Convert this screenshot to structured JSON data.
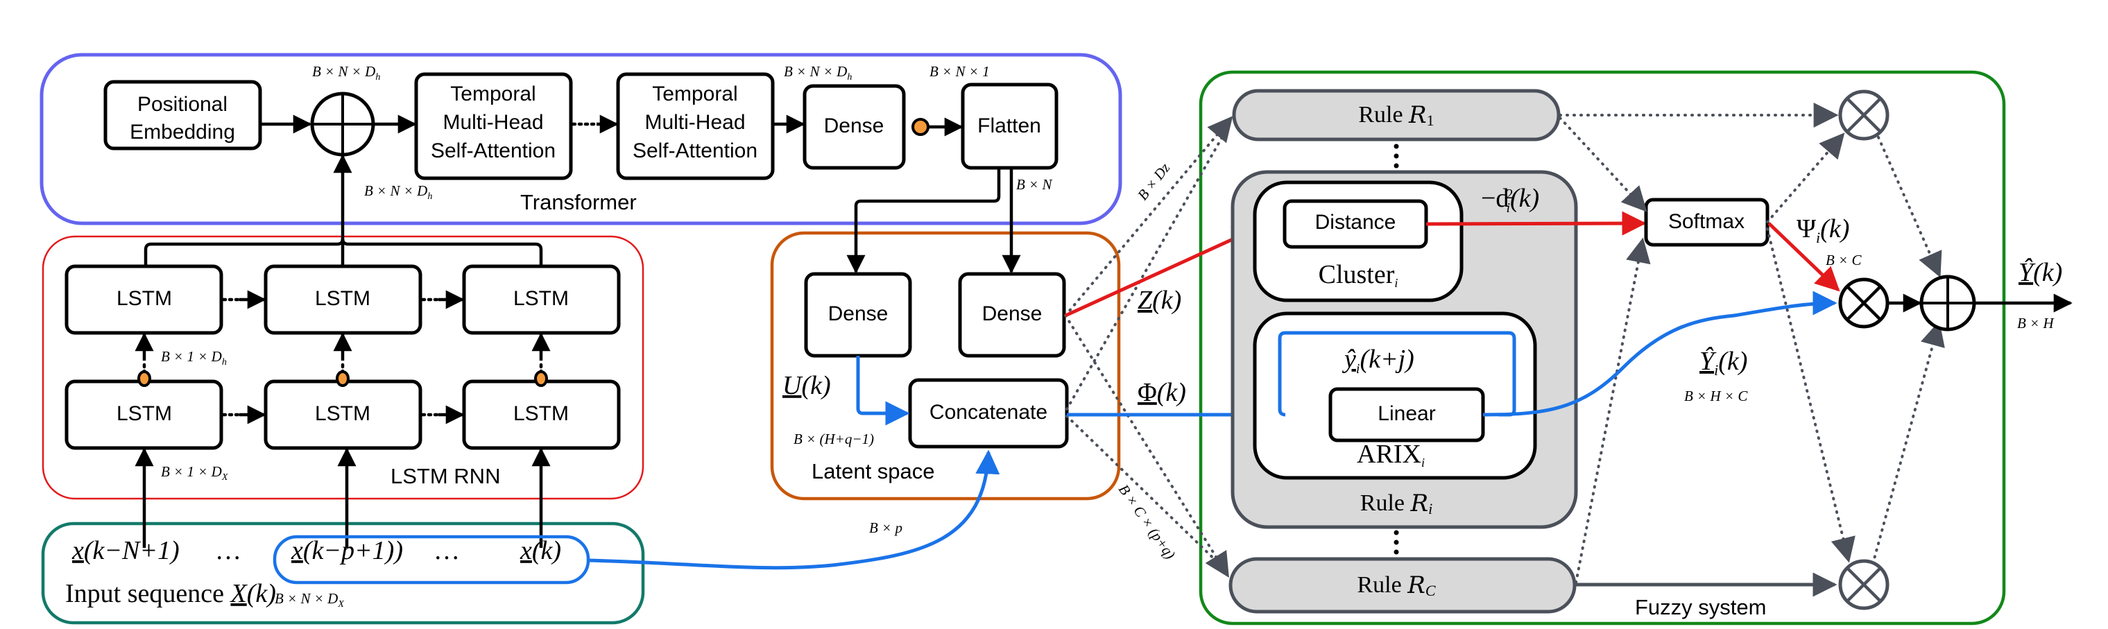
{
  "colors": {
    "transformer_border": "#6464f0",
    "lstm_border": "#e31a1c",
    "input_border": "#137a6a",
    "latent_border": "#c8570a",
    "fuzzy_border": "#13881a",
    "rule_fill": "#d9d9d9",
    "rule_border": "#4b505a",
    "blue_path": "#1a73e8",
    "red_path": "#e31a1c",
    "activation_dot": "#f59a3a"
  },
  "transformer": {
    "label": "Transformer",
    "positional_embedding": [
      "Positional",
      "Embedding"
    ],
    "attention_1": [
      "Temporal",
      "Multi-Head",
      "Self-Attention"
    ],
    "attention_2": [
      "Temporal",
      "Multi-Head",
      "Self-Attention"
    ],
    "dense": "Dense",
    "flatten": "Flatten",
    "dims": {
      "sum_out": "B × N × D",
      "sum_out_sub": "h",
      "lstm_in": "B × N × D",
      "lstm_in_sub": "h",
      "dense_in": "B × N × D",
      "dense_in_sub": "h",
      "flatten_in": "B × N × 1",
      "flatten_out": "B × N"
    }
  },
  "lstm_rnn": {
    "label": "LSTM RNN",
    "cells": [
      "LSTM",
      "LSTM",
      "LSTM",
      "LSTM",
      "LSTM",
      "LSTM"
    ],
    "dims": {
      "hidden": "B × 1 × D",
      "hidden_sub": "h",
      "input": "B × 1 × D",
      "input_sub": "X"
    }
  },
  "input_sequence": {
    "label": "Input sequence",
    "symbol": "X",
    "symbol_arg": "(k)",
    "dims": "B × N × D",
    "dims_sub": "X",
    "items": [
      {
        "sym": "x",
        "arg": "(k−N+1)"
      },
      {
        "sym": "…",
        "arg": ""
      },
      {
        "sym": "x",
        "arg": "(k−p+1))"
      },
      {
        "sym": "…",
        "arg": ""
      },
      {
        "sym": "x",
        "arg": "(k)"
      }
    ],
    "window_dims": "B × p"
  },
  "latent_space": {
    "label": "Latent space",
    "dense_left": "Dense",
    "dense_right": "Dense",
    "concatenate": "Concatenate",
    "u_symbol": "U",
    "u_arg": "(k)",
    "u_dims": "B × (H+q−1)"
  },
  "connections": {
    "z_symbol": "Z",
    "z_arg": "(k)",
    "z_dims": "B × Dz",
    "phi_symbol": "Φ",
    "phi_arg": "(k)",
    "phi_dims": "B × C × (p+q)"
  },
  "fuzzy_system": {
    "label": "Fuzzy system",
    "rule_1": {
      "text": "Rule ",
      "sym": "R",
      "sub": "1"
    },
    "rule_i": {
      "text": "Rule ",
      "sym": "R",
      "sub": "i"
    },
    "rule_c": {
      "text": "Rule ",
      "sym": "R",
      "sub": "C"
    },
    "cluster": {
      "label": "Cluster",
      "sub": "i",
      "block": "Distance"
    },
    "arix": {
      "label": "ARIX",
      "sub": "i",
      "block": "Linear",
      "feedback": "ŷ",
      "feedback_sub": "i",
      "feedback_arg": "(k+j)"
    },
    "distance_out": "−d",
    "distance_out_sup": "2",
    "distance_out_sub": "i",
    "distance_out_arg": "(k)",
    "softmax": "Softmax",
    "psi": "Ψ",
    "psi_sub": "i",
    "psi_arg": "(k)",
    "psi_dims": "B × C",
    "y_i": "Ŷ",
    "y_i_sub": "i",
    "y_i_arg": "(k)",
    "y_i_dims": "B × H × C"
  },
  "output": {
    "symbol": "Ŷ",
    "arg": "(k)",
    "dims": "B × H"
  }
}
